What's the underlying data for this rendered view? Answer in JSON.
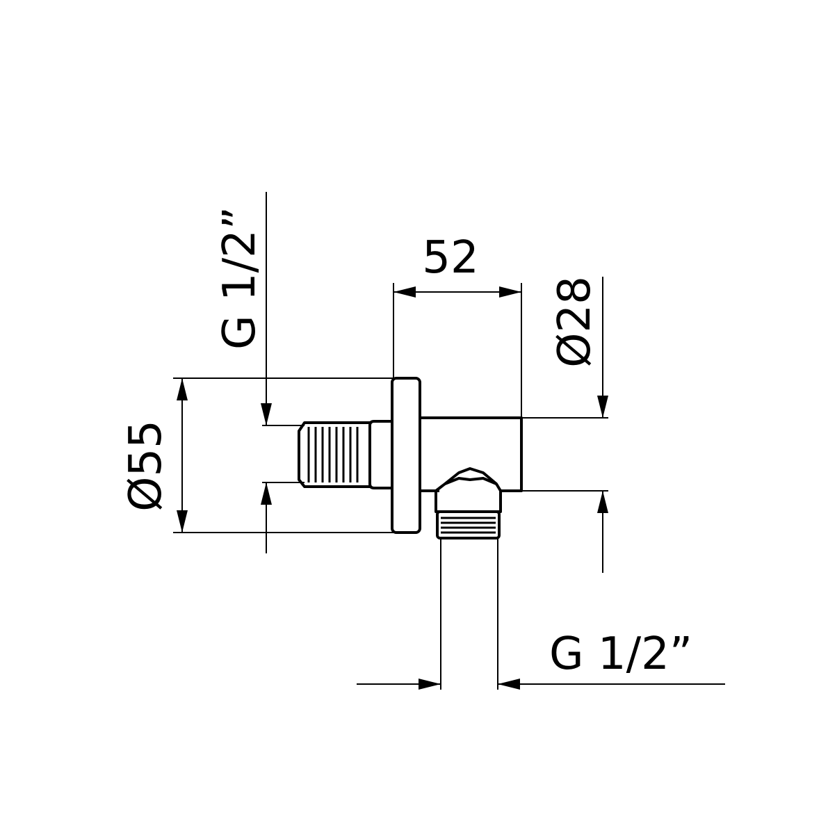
{
  "drawing": {
    "labels": {
      "depth": "52",
      "outlet_diameter": "Ø28",
      "flange_diameter": "Ø55",
      "inlet_thread": "G 1/2”",
      "outlet_thread": "G 1/2”"
    },
    "colors": {
      "line": "#000000",
      "background": "#ffffff"
    }
  }
}
